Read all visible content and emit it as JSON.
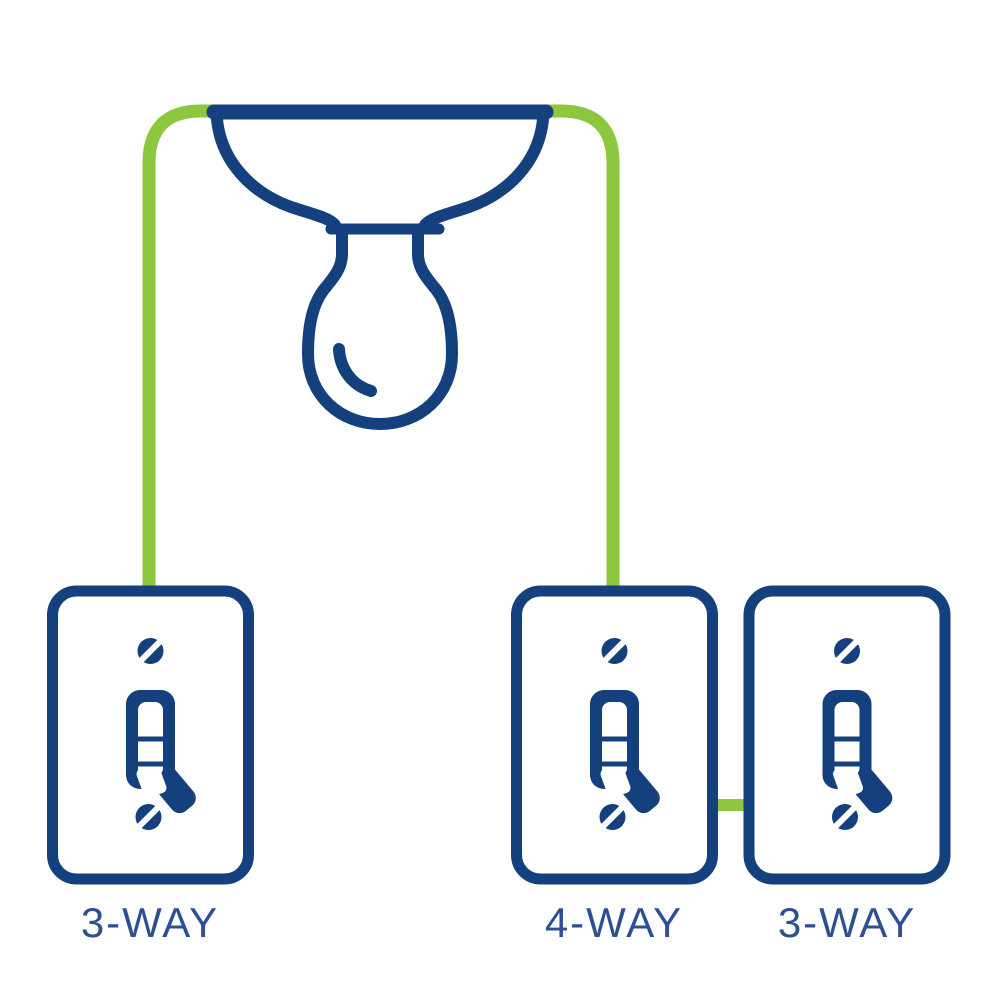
{
  "diagram": {
    "background_color": "#ffffff",
    "outline_color": "#14407e",
    "wire_color": "#8dc63f",
    "label_color": "#2d5092",
    "fixture": {
      "icon": "ceiling-light-bulb-icon"
    },
    "switches": [
      {
        "label": "3-WAY",
        "icon": "toggle-switch-plate-icon"
      },
      {
        "label": "4-WAY",
        "icon": "toggle-switch-plate-icon"
      },
      {
        "label": "3-WAY",
        "icon": "toggle-switch-plate-icon"
      }
    ],
    "wires": [
      {
        "from": "light-fixture",
        "to": "left 3-WAY switch"
      },
      {
        "from": "light-fixture",
        "to": "4-WAY switch"
      },
      {
        "from": "4-WAY switch",
        "to": "right 3-WAY switch"
      }
    ]
  }
}
